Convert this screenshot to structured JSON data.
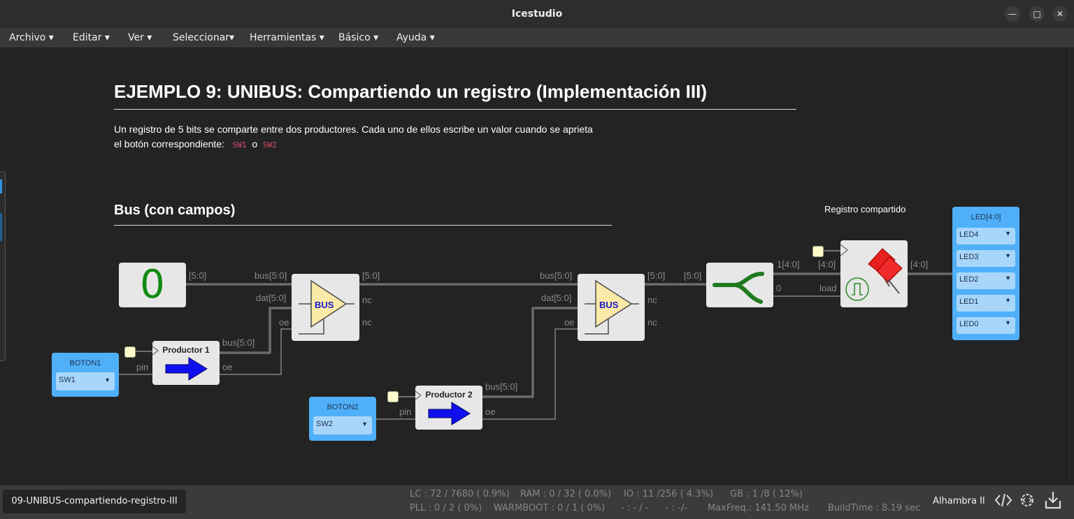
{
  "window": {
    "title": "Icestudio",
    "minimize": "—",
    "maximize": "□",
    "close": "✕"
  },
  "menu": [
    "Archivo ▾",
    "Editar ▾",
    "Ver ▾",
    "Seleccionar▾",
    "Herramientas ▾",
    "Básico ▾",
    "Ayuda ▾"
  ],
  "page": {
    "title": "EJEMPLO 9: UNIBUS: Compartiendo un registro (Implementación III)",
    "desc_line1": "Un registro de 5 bits se comparte entre dos productores. Cada uno de ellos escribe un valor cuando se aprieta",
    "desc_line2_pre": "el botón correspondiente:",
    "code_sw1": "SW1",
    "desc_or": "o",
    "code_sw2": "SW2",
    "subtitle": "Bus (con campos)",
    "reg_comment": "Registro compartido"
  },
  "blocks": {
    "const_value": "0",
    "boton1": {
      "label": "BOTON1",
      "value": "SW1"
    },
    "boton2": {
      "label": "BOTON2",
      "value": "SW2"
    },
    "productor1": "Productor 1",
    "productor2": "Productor 2",
    "bus_label": "BUS",
    "led": {
      "label": "LED[4:0]",
      "pins": [
        "LED4",
        "LED3",
        "LED2",
        "LED1",
        "LED0"
      ]
    }
  },
  "ports": {
    "const_out": "[5:0]",
    "bus1_in": "bus[5:0]",
    "bus1_dat": "dat[5:0]",
    "bus1_oe": "oe",
    "bus1_out": "[5:0]",
    "bus1_nc1": "nc",
    "bus1_nc2": "nc",
    "p1_pin": "pin",
    "p1_bus": "bus[5:0]",
    "p1_oe": "oe",
    "p2_pin": "pin",
    "p2_bus": "bus[5:0]",
    "p2_oe": "oe",
    "bus2_in": "bus[5:0]",
    "bus2_dat": "dat[5:0]",
    "bus2_oe": "oe",
    "bus2_out": "[5:0]",
    "bus2_nc1": "nc",
    "bus2_nc2": "nc",
    "split_in": "[5:0]",
    "split_out1": "1[4:0]",
    "split_out2": "0",
    "reg_in": "[4:0]",
    "reg_load": "load",
    "reg_out": "[4:0]"
  },
  "status": {
    "file": "09-UNIBUS-compartiendo-registro-III",
    "lc": "LC : 72 / 7680 ( 0.9%)",
    "ram": "RAM : 0 / 32 ( 0.0%)",
    "io": "IO :  11 /256  ( 4.3%)",
    "gb": "GB :  1 /8  ( 12%)",
    "pll": "PLL : 0 / 2 ( 0%)",
    "warmboot": "WARMBOOT : 0 / 1 ( 0%)",
    "dash1": "- : - / -",
    "dash2": "- :  -/-",
    "maxfreq": "MaxFreq.:   141.50 MHz",
    "buildtime": "BuildTime :   8.19 sec",
    "board": "Alhambra II"
  }
}
